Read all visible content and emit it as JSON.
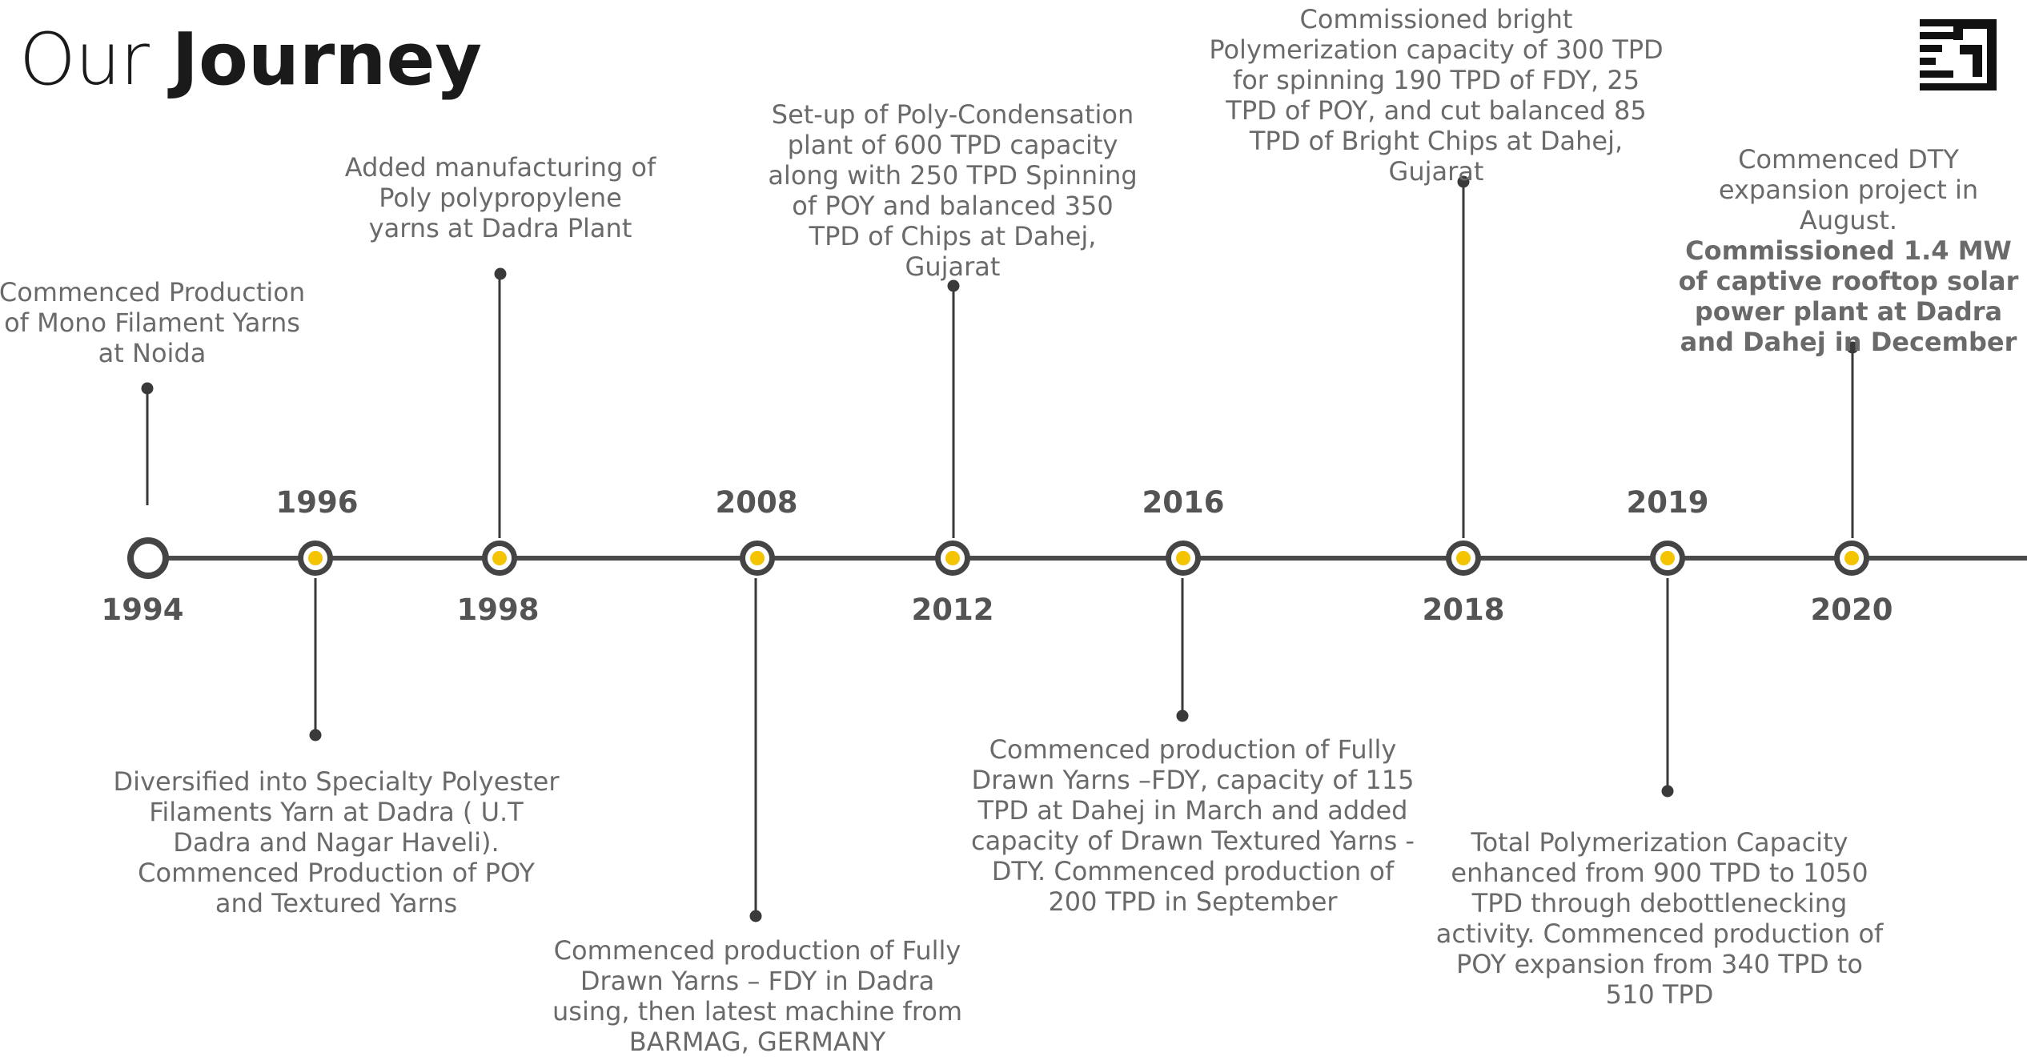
{
  "header": {
    "title_light": "Our",
    "title_bold": "Journey"
  },
  "logo": {
    "name": "company-logo"
  },
  "colors": {
    "line": "#4a4a4a",
    "node_fill": "#F5C400",
    "text": "#6a6a6a",
    "year": "#545454"
  },
  "timeline": [
    {
      "year": "1994",
      "text": "Commenced Production of Mono Filament Yarns at Noida"
    },
    {
      "year": "1996",
      "text": "Diversified into Specialty Polyester Filaments Yarn at Dadra ( U.T Dadra and Nagar Haveli). Commenced Production of POY and Textured Yarns"
    },
    {
      "year": "1998",
      "text": "Added manufacturing of Poly polypropylene yarns at Dadra Plant"
    },
    {
      "year": "2008",
      "text": "Commenced production of Fully Drawn Yarns – FDY in Dadra using, then latest machine from BARMAG, GERMANY"
    },
    {
      "year": "2012",
      "text": "Set-up of Poly-Condensation plant of 600 TPD capacity along with 250 TPD Spinning of POY and balanced 350 TPD of Chips at Dahej, Gujarat"
    },
    {
      "year": "2016",
      "text": "Commenced production of Fully Drawn Yarns –FDY, capacity of 115 TPD at Dahej in March and added capacity of Drawn Textured Yarns - DTY. Commenced production of 200 TPD in September"
    },
    {
      "year": "2018",
      "text": "Commissioned  bright Polymerization capacity of 300 TPD for spinning 190 TPD of FDY, 25 TPD of POY, and cut balanced 85 TPD of Bright Chips at Dahej, Gujarat"
    },
    {
      "year": "2019",
      "text": "Total Polymerization Capacity enhanced from 900 TPD to 1050 TPD through debottlenecking activity. Commenced production of POY expansion from 340 TPD to 510 TPD"
    },
    {
      "year": "2020",
      "text": "Commenced DTY expansion project in August.",
      "text_bold": "Commissioned 1.4 MW of captive rooftop solar power plant at Dadra and Dahej in December"
    }
  ]
}
